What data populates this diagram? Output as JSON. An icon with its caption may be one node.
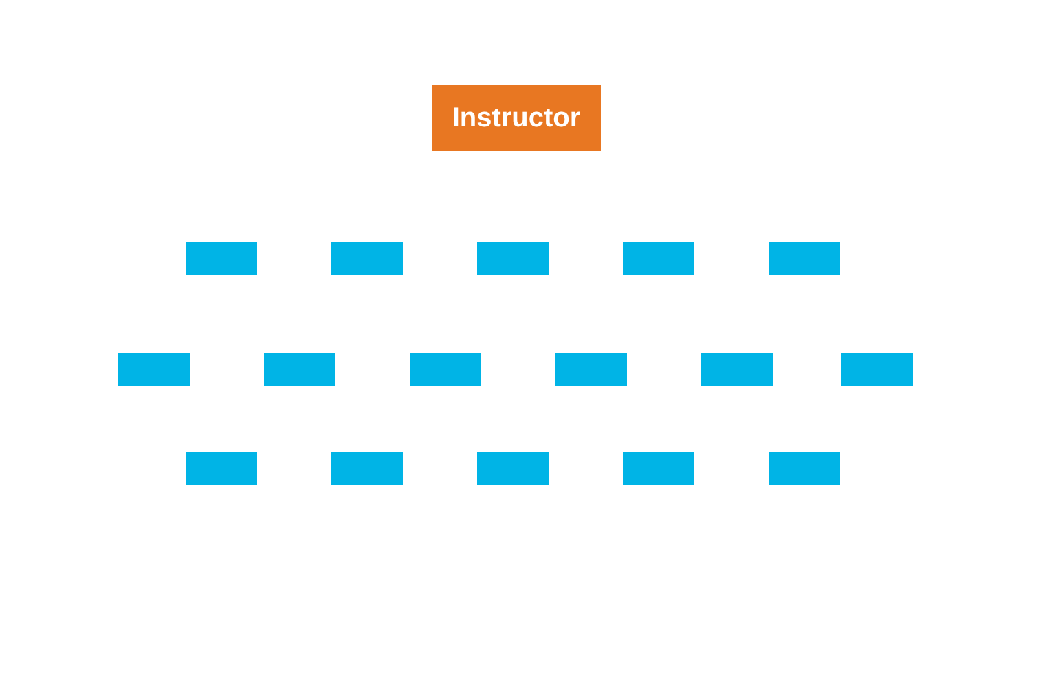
{
  "diagram": {
    "nodes": [
      {
        "text": [
          "Instructor"
        ]
      },
      {
        "text": [],
        "shape": "box"
      },
      {
        "text": [],
        "shape": "box"
      },
      {
        "text": [],
        "shape": "box"
      },
      {
        "text": [],
        "shape": "box"
      },
      {
        "text": [],
        "shape": "box"
      },
      {
        "text": [],
        "shape": "box"
      },
      {
        "text": [],
        "shape": "box"
      },
      {
        "text": [],
        "shape": "box"
      },
      {
        "text": [],
        "shape": "box"
      },
      {
        "text": [],
        "shape": "box"
      },
      {
        "text": [],
        "shape": "box"
      },
      {
        "text": [],
        "shape": "box"
      },
      {
        "text": [],
        "shape": "box"
      },
      {
        "text": [],
        "shape": "box"
      },
      {
        "text": [],
        "shape": "box"
      },
      {
        "text": [],
        "shape": "box"
      }
    ]
  }
}
